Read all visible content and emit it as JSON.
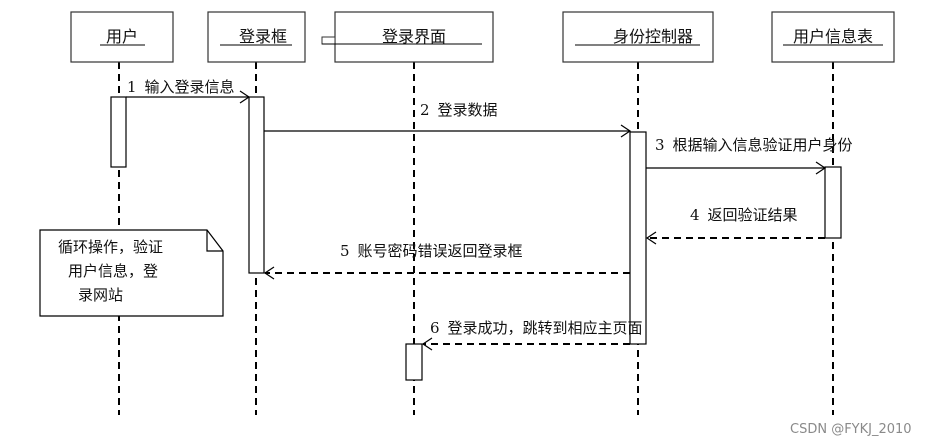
{
  "diagram": {
    "type": "sequence",
    "participants": [
      {
        "id": "user",
        "label": "用户"
      },
      {
        "id": "login_box",
        "label": "登录框"
      },
      {
        "id": "login_ui",
        "label": "登录界面"
      },
      {
        "id": "auth_ctrl",
        "label": "身份控制器"
      },
      {
        "id": "user_table",
        "label": "用户信息表"
      }
    ],
    "messages": [
      {
        "seq": "1",
        "text": "输入登录信息",
        "from": "user",
        "to": "login_box",
        "style": "solid"
      },
      {
        "seq": "2",
        "text": "登录数据",
        "from": "login_box",
        "to": "auth_ctrl",
        "style": "solid"
      },
      {
        "seq": "3",
        "text": "根据输入信息验证用户身份",
        "from": "auth_ctrl",
        "to": "user_table",
        "style": "solid"
      },
      {
        "seq": "4",
        "text": "返回验证结果",
        "from": "user_table",
        "to": "auth_ctrl",
        "style": "dashed"
      },
      {
        "seq": "5",
        "text": "账号密码错误返回登录框",
        "from": "auth_ctrl",
        "to": "login_box",
        "style": "dashed"
      },
      {
        "seq": "6",
        "text": "登录成功，跳转到相应主页面",
        "from": "auth_ctrl",
        "to": "login_ui",
        "style": "dashed"
      }
    ],
    "note": {
      "lines": [
        "循环操作，验证",
        "用户信息，登",
        "录网站"
      ]
    }
  },
  "watermark": "CSDN @FYKJ_2010"
}
